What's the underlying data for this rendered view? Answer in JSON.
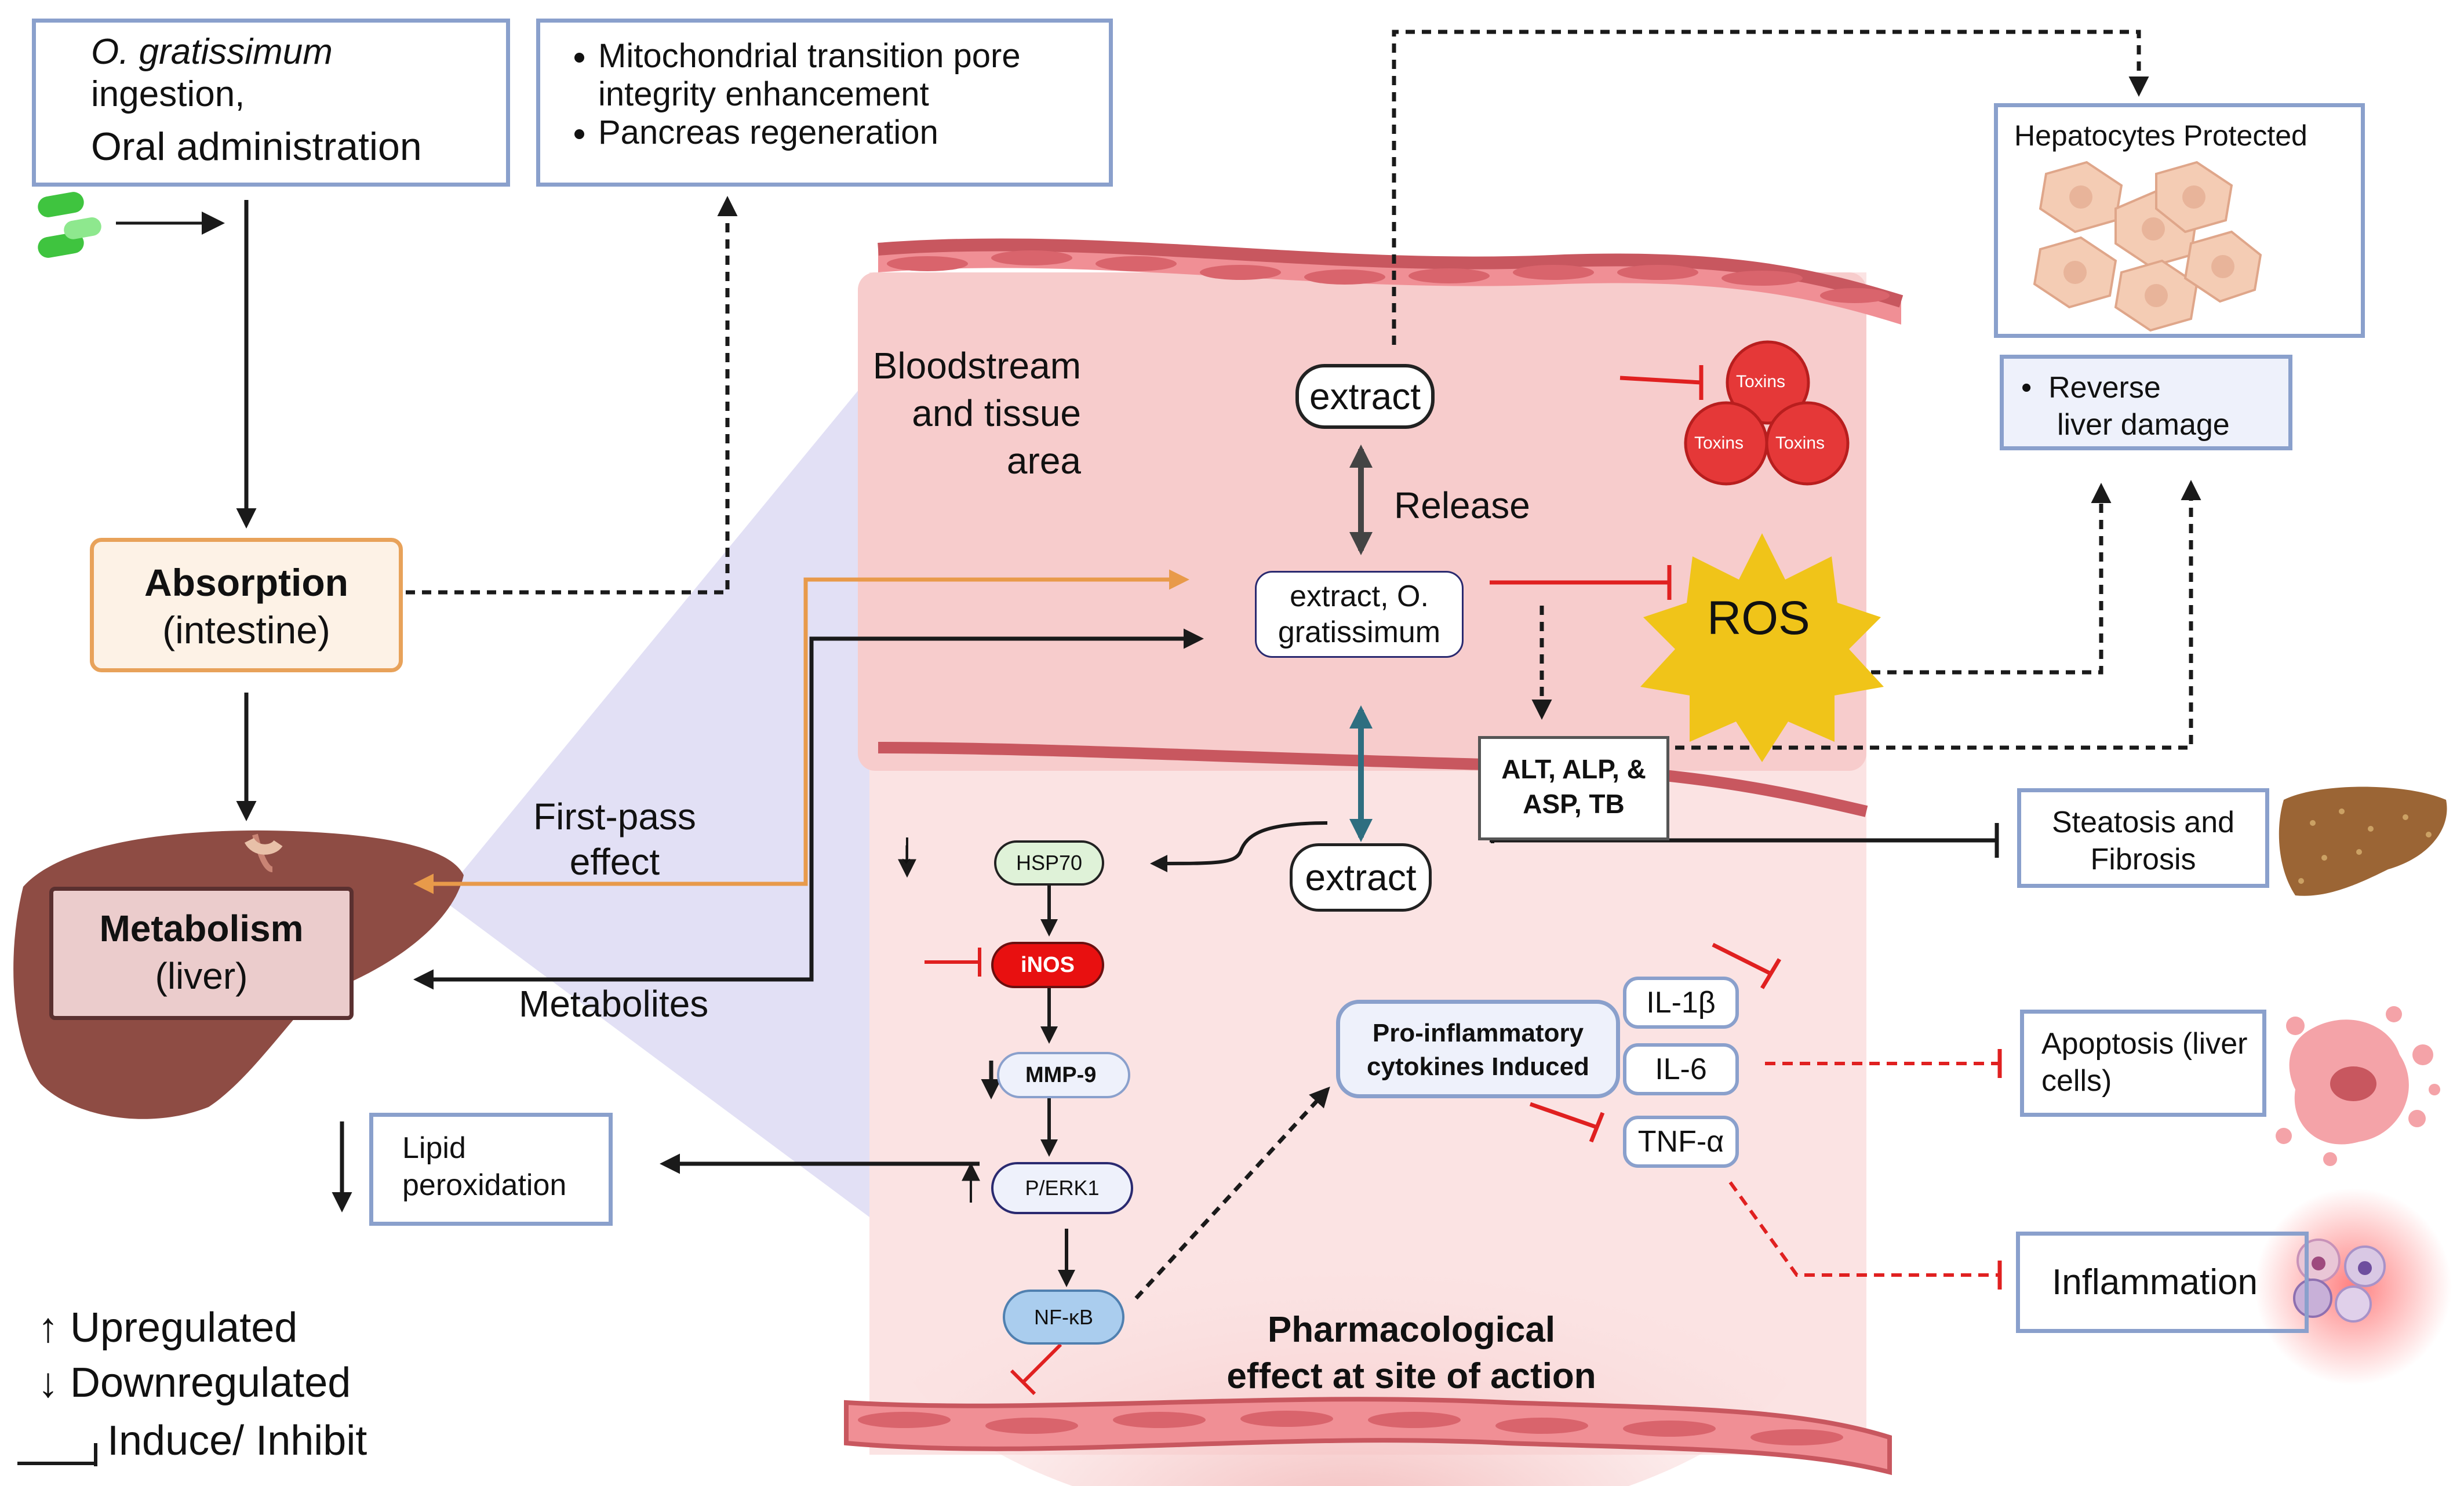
{
  "top": {
    "ingestion_italic": "O. gratissimum",
    "ingestion_line2": "ingestion,",
    "ingestion_line3": "Oral administration",
    "effects": [
      "Mitochondrial transition pore integrity enhancement",
      "Pancreas regeneration"
    ]
  },
  "absorption": {
    "title": "Absorption",
    "subtitle": "(intestine)"
  },
  "metabolism": {
    "title": "Metabolism",
    "subtitle": "(liver)"
  },
  "flow_labels": {
    "first_pass_1": "First-pass",
    "first_pass_2": "effect",
    "metabolites": "Metabolites",
    "bloodstream_1": "Bloodstream",
    "bloodstream_2": "and tissue",
    "bloodstream_3": "area",
    "release": "Release",
    "pharm_1": "Pharmacological",
    "pharm_2": "effect at site of action"
  },
  "nodes": {
    "extract_top": "extract",
    "extract_center_1": "extract, O.",
    "extract_center_2": "gratissimum",
    "extract_bottom": "extract",
    "toxins": [
      "Toxins",
      "Toxins",
      "Toxins"
    ],
    "ros": "ROS",
    "enzymes_1": "ALT, ALP, &",
    "enzymes_2": "ASP, TB"
  },
  "pathway": {
    "hsp70": "HSP70",
    "inos": "iNOS",
    "mmp9": "MMP-9",
    "perk1": "P/ERK1",
    "nfkb": "NF-κB",
    "lipid_1": "Lipid",
    "lipid_2": "peroxidation"
  },
  "cytokines": {
    "title_1": "Pro-inflammatory",
    "title_2": "cytokines Induced",
    "items": [
      "IL-1β",
      "IL-6",
      "TNF-α"
    ]
  },
  "outcomes": {
    "hepatocytes": "Hepatocytes Protected",
    "reverse_1": "Reverse",
    "reverse_2": "liver damage",
    "steatosis_1": "Steatosis and",
    "steatosis_2": "Fibrosis",
    "apoptosis_1": "Apoptosis (liver",
    "apoptosis_2": "cells)",
    "inflammation": "Inflammation"
  },
  "legend": {
    "up": "↑ Upregulated",
    "down": "↓ Downregulated",
    "inhibit": "Induce/ Inhibit"
  },
  "colors": {
    "box_border": "#8aa0cc",
    "absorption_border": "#e8a25a",
    "absorption_fill": "#fdf2e6",
    "metabolism_fill": "#ebcccc",
    "vessel": "#c8575f",
    "tissue": "#f7cccc",
    "inhibit_red": "#e02020",
    "orange_arrow": "#e89a4a",
    "teal_arrow": "#2e6e80",
    "ros_yellow": "#f0c419",
    "toxin_red": "#e53838",
    "inos_red": "#e81010"
  }
}
